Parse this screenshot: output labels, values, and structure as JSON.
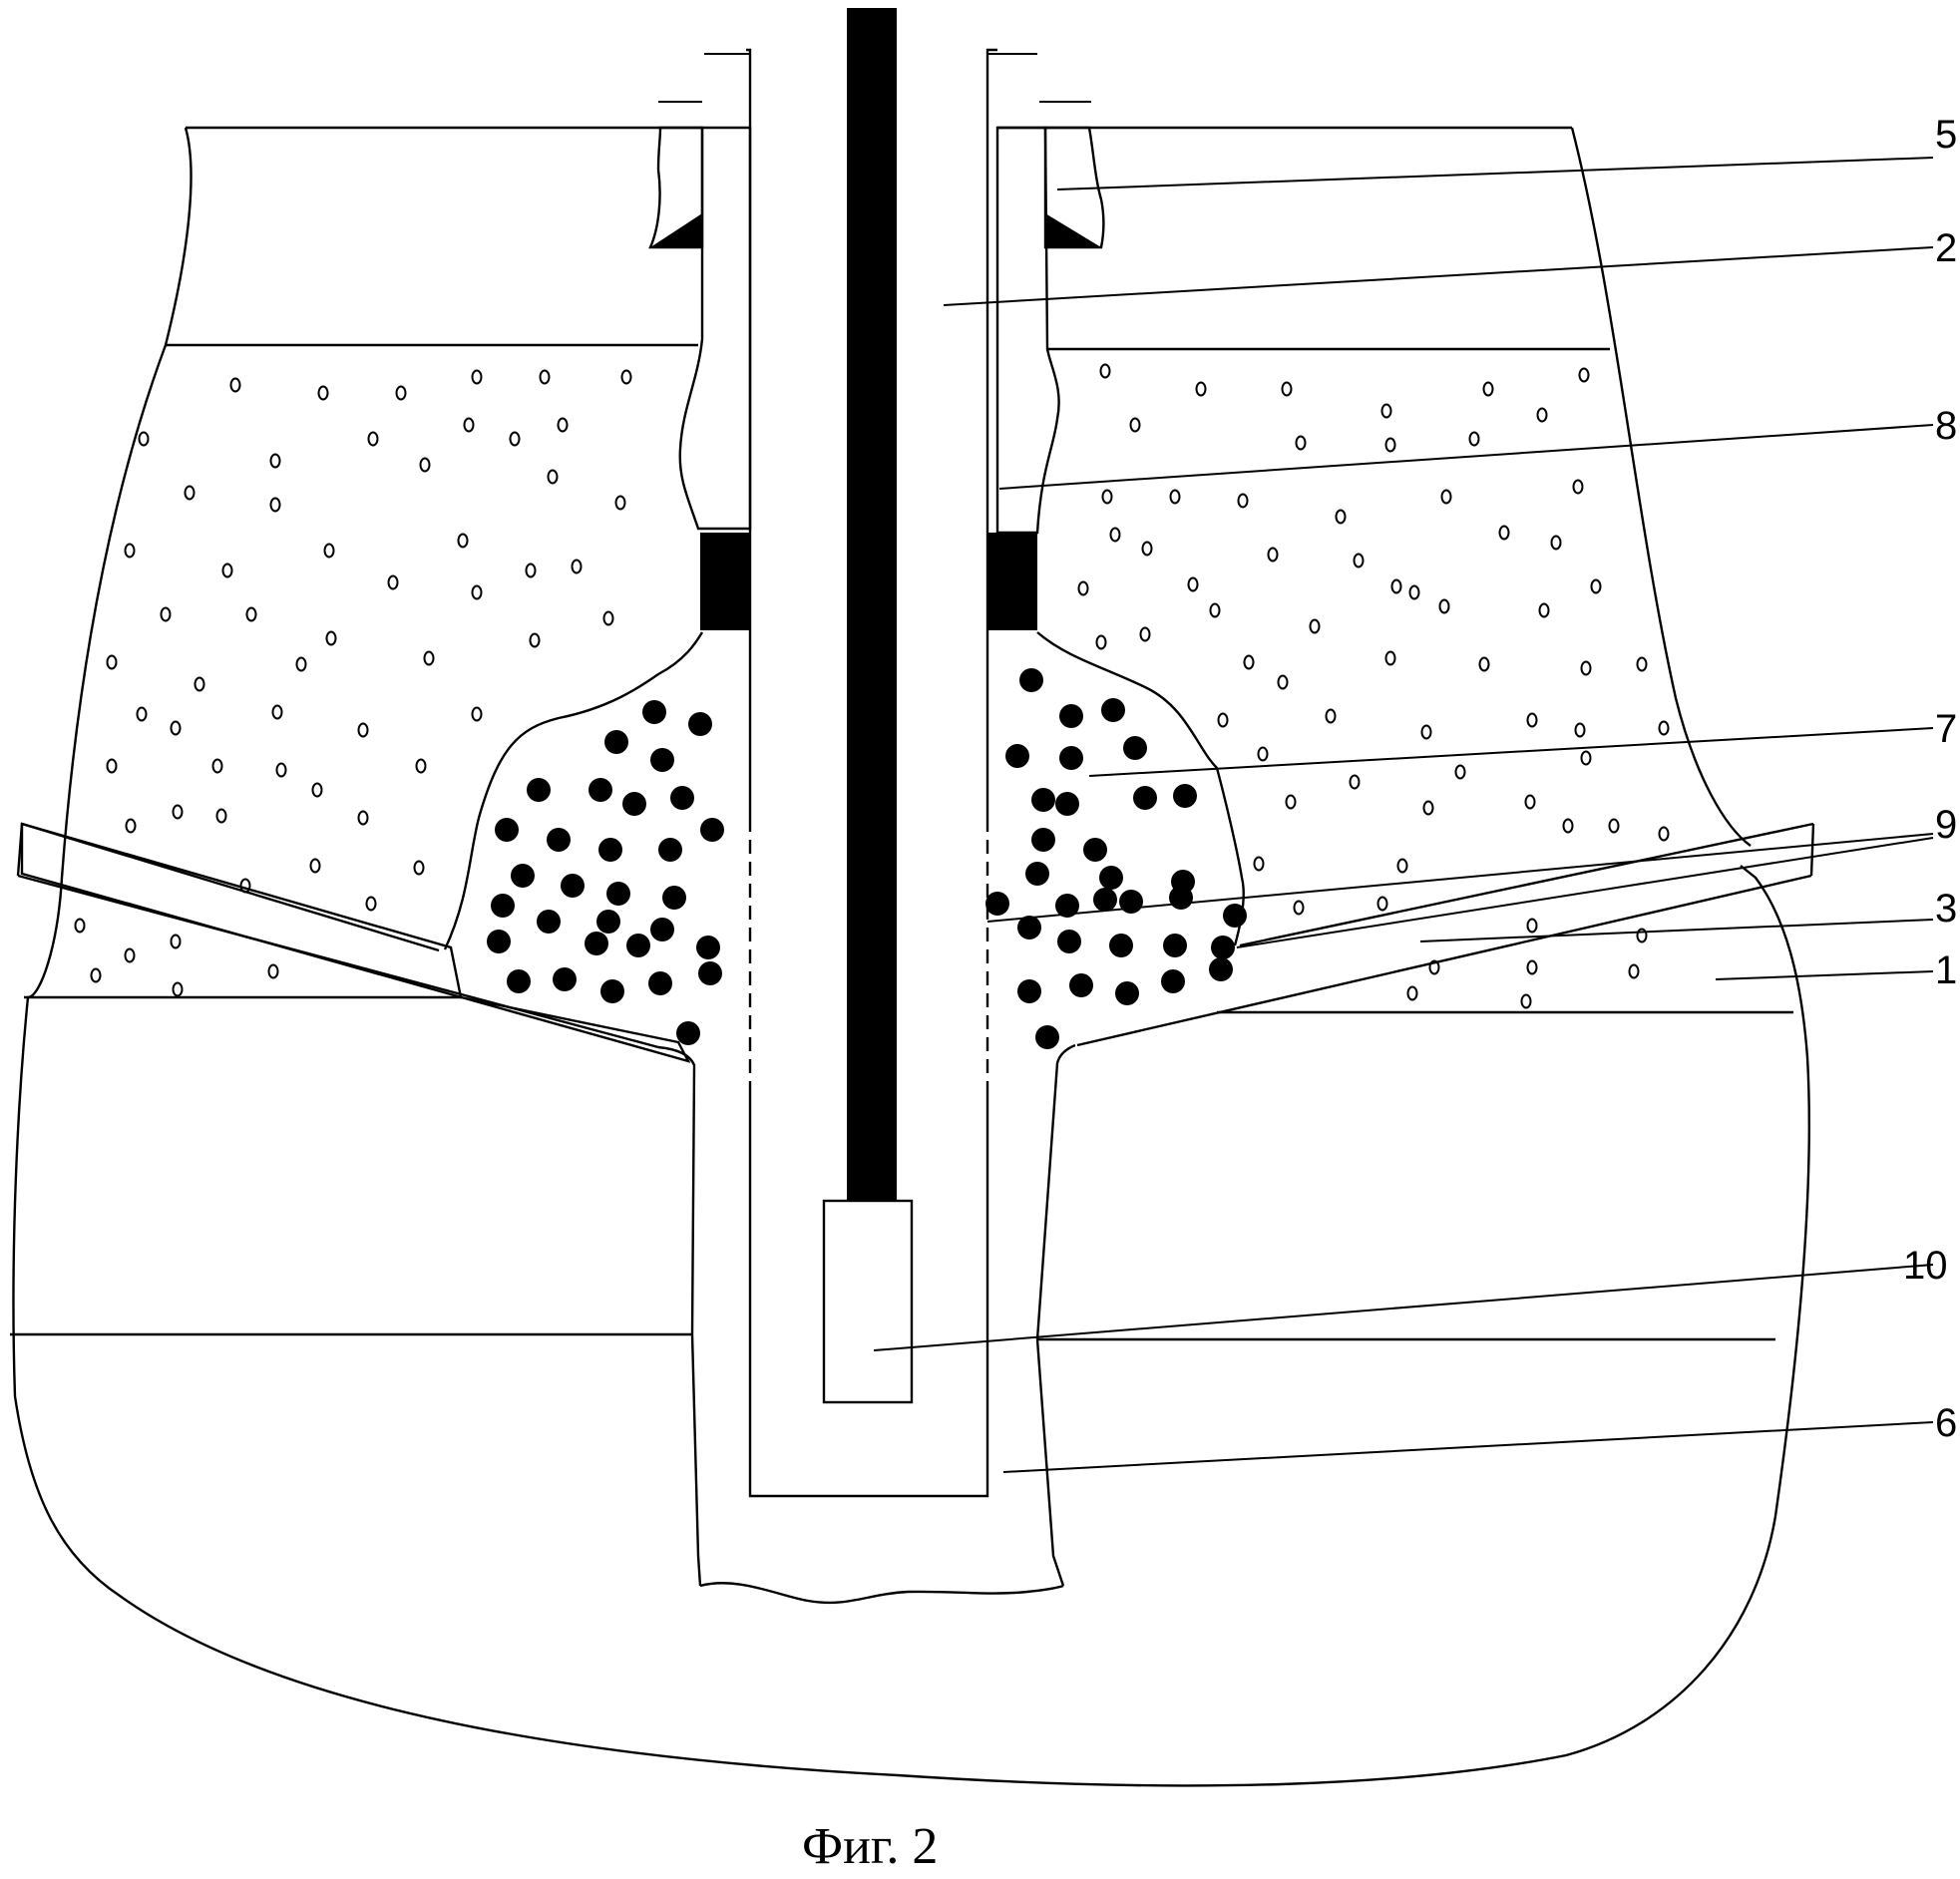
{
  "figure": {
    "caption": "Фиг. 2",
    "callouts": [
      {
        "id": "callout-5",
        "label": "5"
      },
      {
        "id": "callout-2",
        "label": "2"
      },
      {
        "id": "callout-8",
        "label": "8"
      },
      {
        "id": "callout-7",
        "label": "7"
      },
      {
        "id": "callout-9",
        "label": "9"
      },
      {
        "id": "callout-3",
        "label": "3"
      },
      {
        "id": "callout-1",
        "label": "1"
      },
      {
        "id": "callout-10",
        "label": "10"
      },
      {
        "id": "callout-6",
        "label": "6"
      }
    ]
  }
}
